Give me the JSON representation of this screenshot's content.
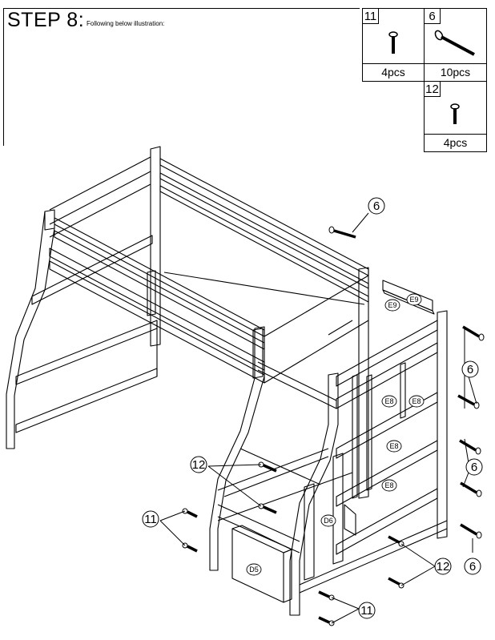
{
  "header": {
    "step": "STEP 8:",
    "instruction": "Following below illustration:"
  },
  "parts": [
    {
      "number": "11",
      "qty": "4pcs",
      "icon": "short-bolt-icon"
    },
    {
      "number": "6",
      "qty": "10pcs",
      "icon": "long-bolt-icon"
    },
    {
      "number": "12",
      "qty": "4pcs",
      "icon": "screw-icon"
    }
  ],
  "callouts": {
    "c6_top": "6",
    "c6_right_upper": "6",
    "c6_right_middle": "6",
    "c6_right_lower": "6",
    "c12_left": "12",
    "c12_bottom": "12",
    "c11_left": "11",
    "c11_bottom": "11"
  },
  "panel_labels": {
    "e9_a": "E9",
    "e9_b": "E9",
    "e8_a": "E8",
    "e8_b": "E8",
    "e8_c": "E8",
    "e8_d": "E8",
    "d6": "D6",
    "d5": "D5"
  }
}
